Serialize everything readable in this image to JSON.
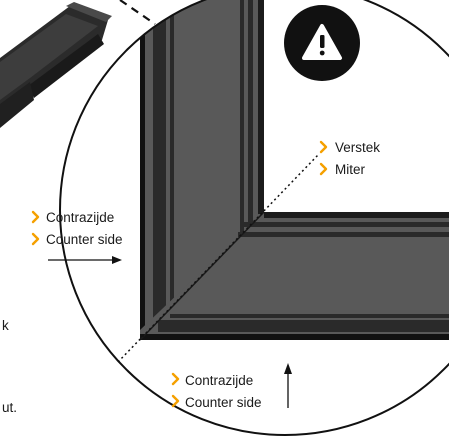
{
  "labels": {
    "miter": {
      "nl": "Verstek",
      "en": "Miter"
    },
    "left_side": {
      "nl": "Contrazijde",
      "en": "Counter side"
    },
    "bottom_side": {
      "nl": "Contrazijde",
      "en": "Counter side"
    }
  },
  "clipped_text": {
    "left_fragment_1": "k",
    "left_fragment_2": "ut."
  },
  "icons": {
    "warning": "warning-exclamation-icon",
    "bullet": "chevron-right-icon"
  },
  "colors": {
    "accent": "#f5a000",
    "badge": "#111111",
    "profile": "#555555",
    "groove": "#2a2a2a",
    "outline": "#111111"
  }
}
